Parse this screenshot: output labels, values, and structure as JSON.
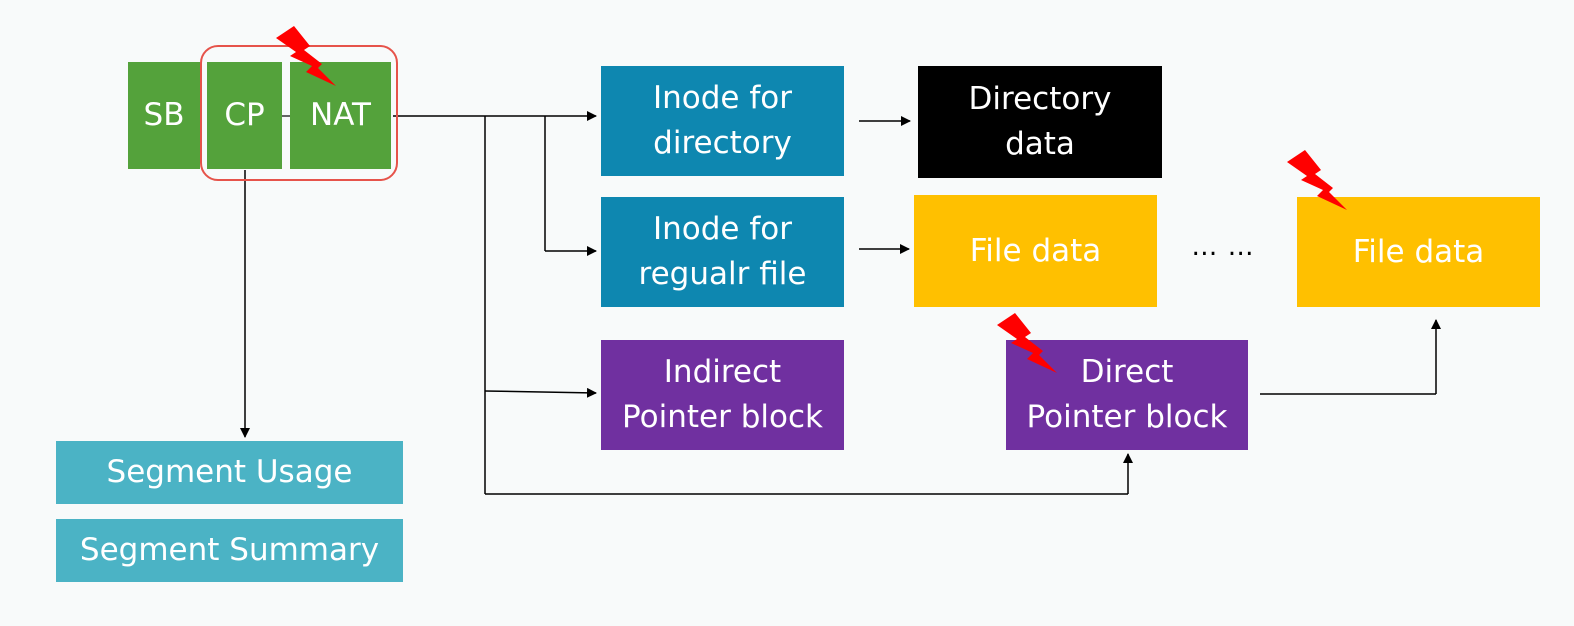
{
  "header_blocks": {
    "sb": "SB",
    "cp": "CP",
    "nat": "NAT"
  },
  "nodes": {
    "inode_directory": "Inode for\ndirectory",
    "directory_data": "Directory\ndata",
    "inode_regular_file": "Inode for\nregualr file",
    "file_data_1": "File data",
    "ellipsis": "… …",
    "file_data_2": "File data",
    "indirect_pointer_block": "Indirect\nPointer block",
    "direct_pointer_block": "Direct\nPointer block",
    "segment_usage": "Segment Usage",
    "segment_summary": "Segment Summary"
  },
  "colors": {
    "green": "#54a23b",
    "teal": "#0e87b0",
    "black": "#000000",
    "yellow": "#ffc000",
    "purple": "#7030a0",
    "cyan": "#4bb3c5",
    "selection_ring": "#e6534a",
    "lightning": "#ff0000"
  },
  "icons": {
    "lightning": "lightning-bolt-icon"
  }
}
